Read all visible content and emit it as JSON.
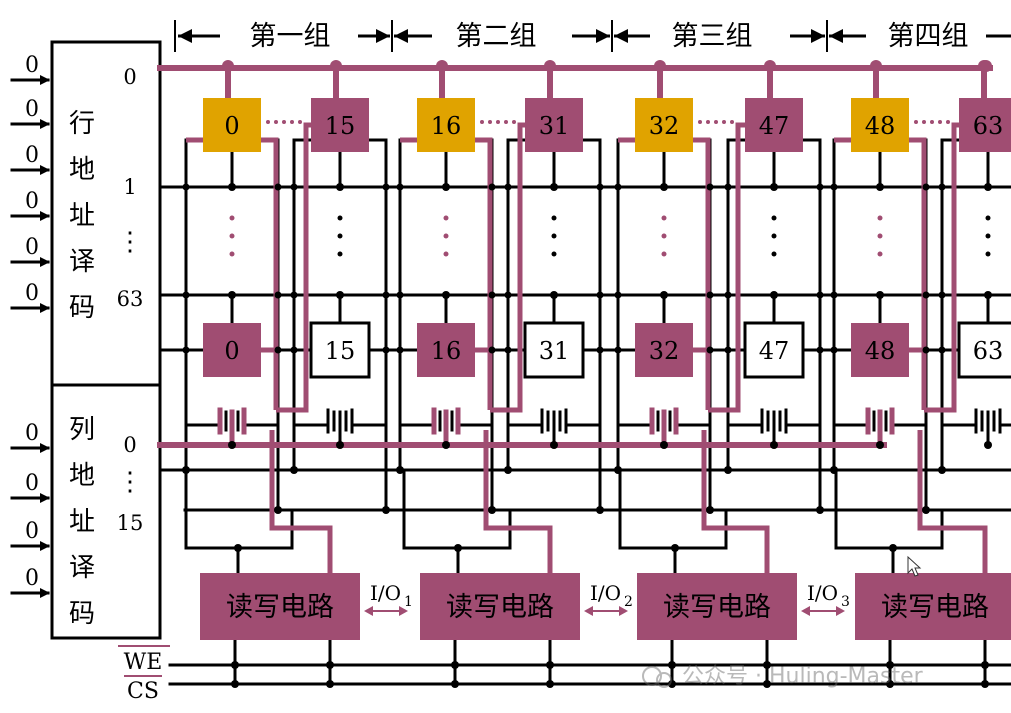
{
  "groups": [
    "第一组",
    "第二组",
    "第三组",
    "第四组"
  ],
  "row_decoder": {
    "label_chars": [
      "行",
      "地",
      "址",
      "译",
      "码"
    ],
    "inputs": [
      "0",
      "0",
      "0",
      "0",
      "0",
      "0"
    ],
    "outputs": {
      "first": "0",
      "second": "1",
      "last": "63",
      "dots": "⋮"
    }
  },
  "col_decoder": {
    "label_chars": [
      "列",
      "地",
      "址",
      "译",
      "码"
    ],
    "inputs": [
      "0",
      "0",
      "0",
      "0"
    ],
    "outputs": {
      "first": "0",
      "last": "15",
      "dots": "⋮"
    }
  },
  "top_cells": [
    "0",
    "15",
    "16",
    "31",
    "32",
    "47",
    "48",
    "63"
  ],
  "bottom_cells": [
    "0",
    "15",
    "16",
    "31",
    "32",
    "47",
    "48",
    "63"
  ],
  "rw_circuits": [
    "读写电路",
    "读写电路",
    "读写电路",
    "读写电路"
  ],
  "io_labels": [
    {
      "base": "I/O",
      "sub": "1"
    },
    {
      "base": "I/O",
      "sub": "2"
    },
    {
      "base": "I/O",
      "sub": "3"
    }
  ],
  "control_signals": {
    "we": "WE",
    "cs": "CS"
  },
  "watermark": "公众号 · Huling-Master",
  "colors": {
    "accent": "#a04d72",
    "selected_cell": "#e0a300",
    "line": "#000000",
    "cell_text": "#ffffff"
  }
}
